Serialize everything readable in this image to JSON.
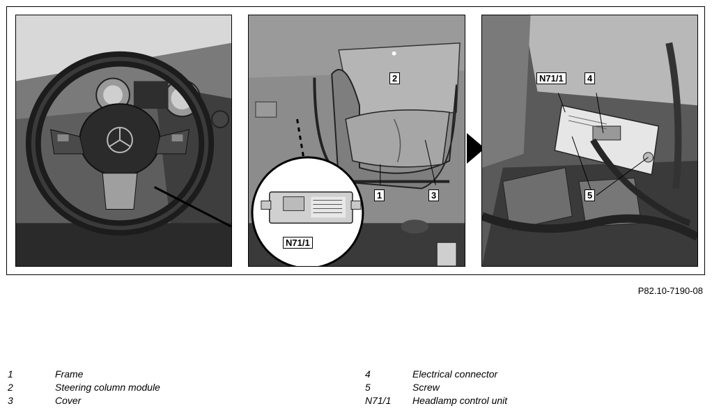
{
  "figure": {
    "callouts": {
      "one": "1",
      "two": "2",
      "three": "3",
      "four": "4",
      "five": "5",
      "module_mid": "N71/1",
      "module_right": "N71/1"
    },
    "figure_id": "P82.10-7190-08"
  },
  "legend": {
    "left": [
      {
        "key": "1",
        "desc": "Frame"
      },
      {
        "key": "2",
        "desc": "Steering column module"
      },
      {
        "key": "3",
        "desc": "Cover"
      }
    ],
    "right": [
      {
        "key": "4",
        "desc": "Electrical connector"
      },
      {
        "key": "5",
        "desc": "Screw"
      },
      {
        "key": "N71/1",
        "desc": "Headlamp control unit"
      }
    ]
  }
}
